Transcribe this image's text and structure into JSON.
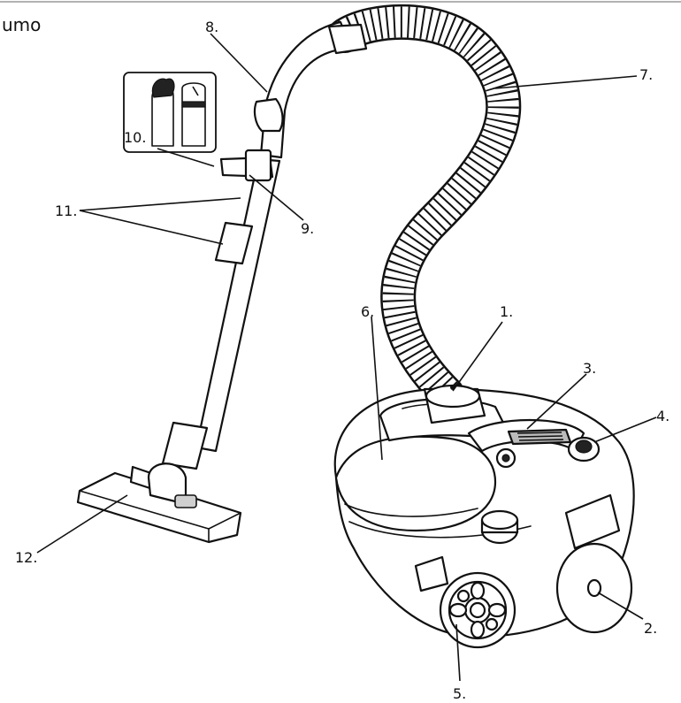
{
  "header": {
    "partial_text": "umo"
  },
  "colors": {
    "ink": "#111111",
    "background": "#ffffff",
    "shade": "#cfcfcf"
  },
  "callouts": [
    {
      "id": "1",
      "text": "1."
    },
    {
      "id": "2",
      "text": "2."
    },
    {
      "id": "3",
      "text": "3."
    },
    {
      "id": "4",
      "text": "4."
    },
    {
      "id": "5",
      "text": "5."
    },
    {
      "id": "6",
      "text": "6."
    },
    {
      "id": "7",
      "text": "7."
    },
    {
      "id": "8",
      "text": "8."
    },
    {
      "id": "9",
      "text": "9."
    },
    {
      "id": "10",
      "text": "10."
    },
    {
      "id": "11",
      "text": "11."
    },
    {
      "id": "12",
      "text": "12."
    }
  ]
}
